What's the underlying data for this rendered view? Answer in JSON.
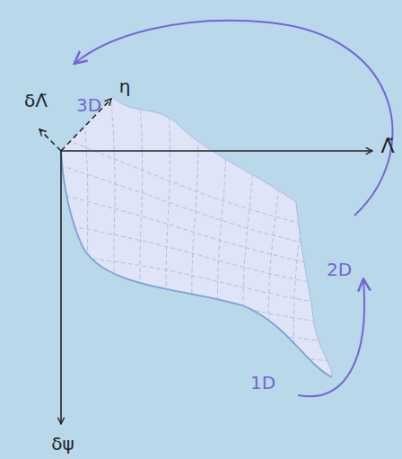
{
  "diagram": {
    "labels": [
      "δΛ̃",
      "η",
      "Λ̃",
      "δψ",
      "3D",
      "2D",
      "1D"
    ]
  }
}
